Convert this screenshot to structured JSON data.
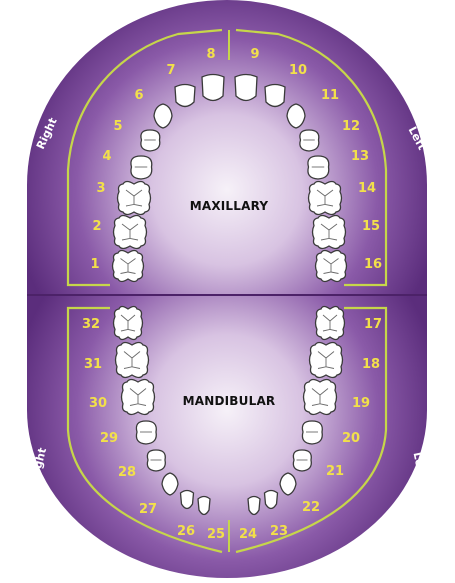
{
  "maxillary": {
    "title": "MAXILLARY",
    "right_label": "Right",
    "left_label": "Left",
    "tooth_numbers": [
      "1",
      "2",
      "3",
      "4",
      "5",
      "6",
      "7",
      "8",
      "9",
      "10",
      "11",
      "12",
      "13",
      "14",
      "15",
      "16"
    ]
  },
  "mandibular": {
    "title": "MANDIBULAR",
    "right_label": "Right",
    "left_label": "Left",
    "tooth_numbers": [
      "17",
      "18",
      "19",
      "20",
      "21",
      "22",
      "23",
      "24",
      "25",
      "26",
      "27",
      "28",
      "29",
      "30",
      "31",
      "32"
    ]
  },
  "colors": {
    "purple_dark": "#5b2d7c",
    "purple_mid": "#8a5aa8",
    "center_light": "#f4eef7",
    "outline": "#c6d64a",
    "number": "#f2e04a"
  }
}
